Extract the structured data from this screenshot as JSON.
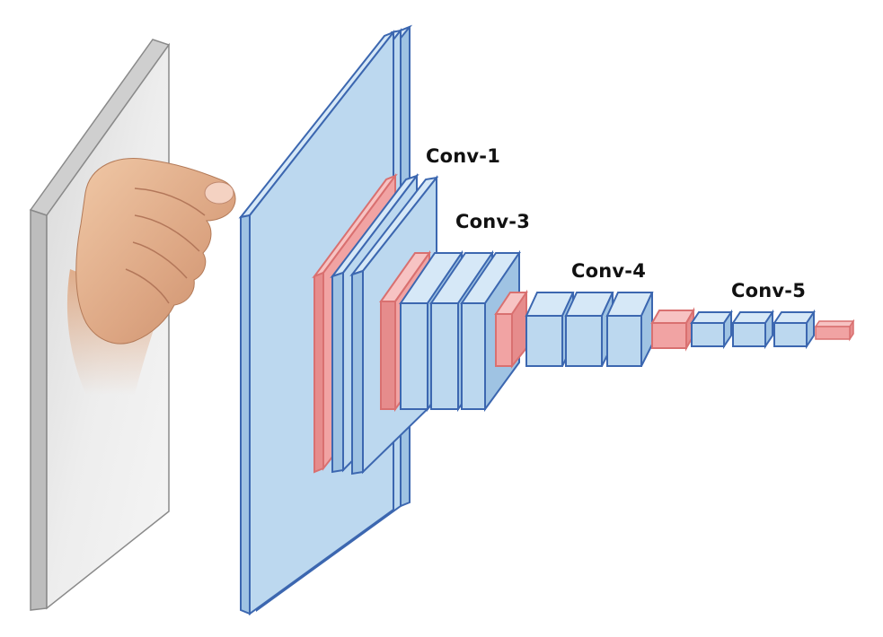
{
  "stages": [
    {
      "label": "Conv-1"
    },
    {
      "label": "Conv-3"
    },
    {
      "label": "Conv-4"
    },
    {
      "label": "Conv-5"
    }
  ],
  "colors": {
    "conv_fill": "#bcd8ef",
    "conv_side": "#9fc3e3",
    "conv_top": "#d6e8f7",
    "conv_stroke": "#3c67b0",
    "pool_fill": "#f1a3a3",
    "pool_side": "#e68c8c",
    "pool_top": "#f7c3c3",
    "pool_stroke": "#d97070",
    "input_panel_front": "#e6e6e6",
    "input_panel_edge": "#cfcfcf",
    "input_panel_stroke": "#8a8a8a",
    "skin": "#e7b996"
  },
  "icons": {
    "input": "fist-gesture-photo"
  }
}
